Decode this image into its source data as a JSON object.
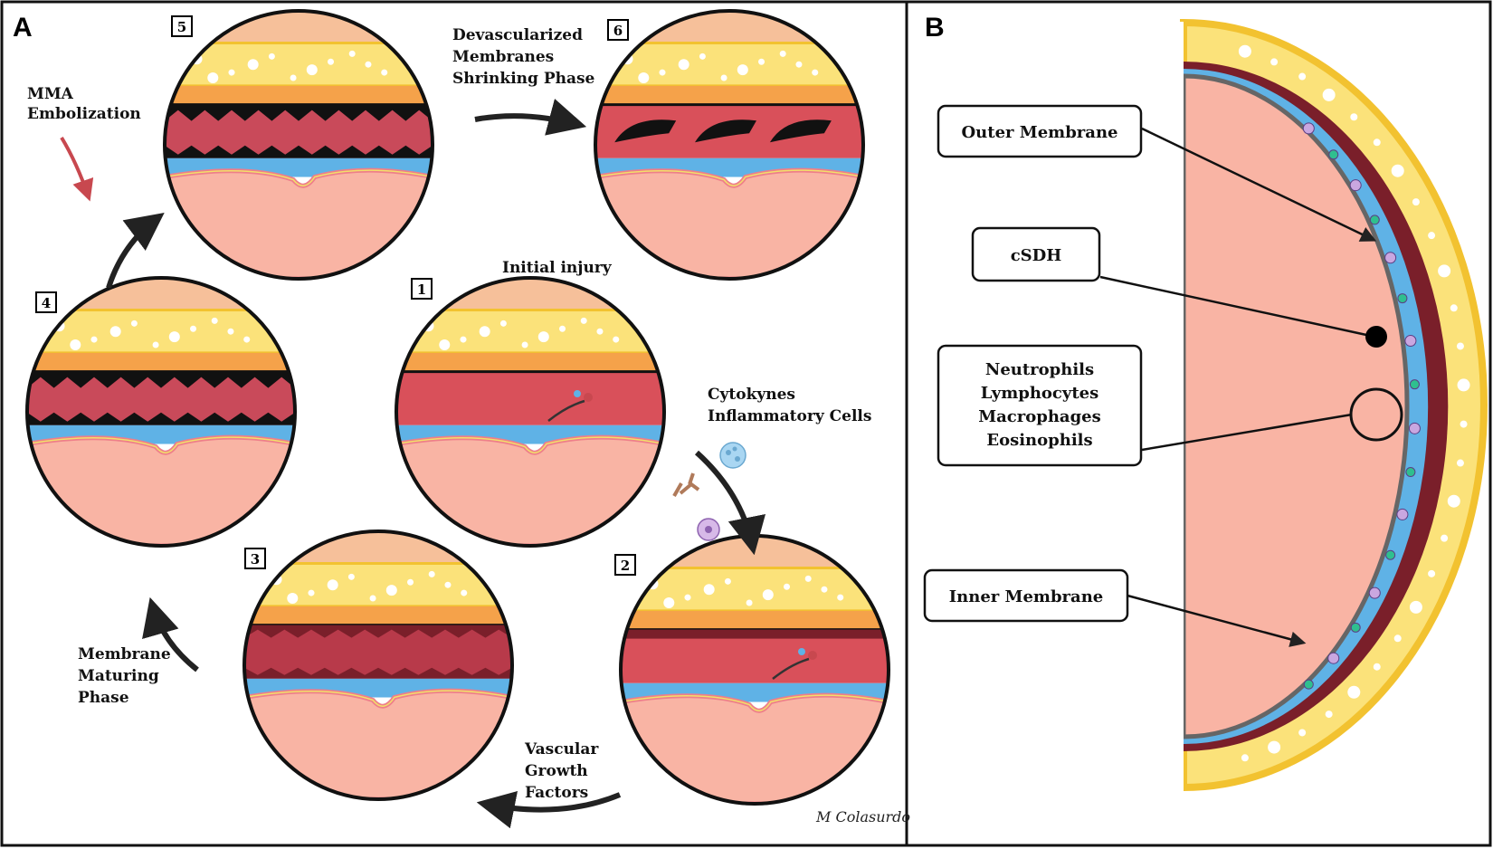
{
  "panel_a": {
    "letter": "A",
    "stages": [
      {
        "num": "1",
        "label_lines": [
          "Initial injury"
        ]
      },
      {
        "num": "2",
        "label_lines": []
      },
      {
        "num": "3",
        "label_lines": []
      },
      {
        "num": "4",
        "label_lines": []
      },
      {
        "num": "5",
        "label_lines": []
      },
      {
        "num": "6",
        "label_lines": []
      }
    ],
    "annotations": {
      "mma": [
        "MMA",
        "Embolization"
      ],
      "devascularized": [
        "Devascularized",
        "Membranes",
        "Shrinking Phase"
      ],
      "cytokynes": [
        "Cytokynes",
        "Inflammatory Cells"
      ],
      "vascular": [
        "Vascular",
        "Growth",
        "Factors"
      ],
      "maturing": [
        "Membrane",
        "Maturing",
        "Phase"
      ]
    },
    "signature": "M Colasurdo"
  },
  "panel_b": {
    "letter": "B",
    "labels": {
      "outer": "Outer Membrane",
      "csdh": "cSDH",
      "cells": [
        "Neutrophils",
        "Lymphocytes",
        "Macrophages",
        "Eosinophils"
      ],
      "inner": "Inner Membrane"
    }
  },
  "colors": {
    "skin": "#f6c09a",
    "skull": "#fbe27a",
    "dura_orange": "#f5a24a",
    "red_layer": "#d9505a",
    "dark_membrane": "#7a1f2a",
    "csf_blue": "#5fb2e6",
    "brain_pink": "#f9b4a4",
    "arrow_red": "#c8484f"
  }
}
